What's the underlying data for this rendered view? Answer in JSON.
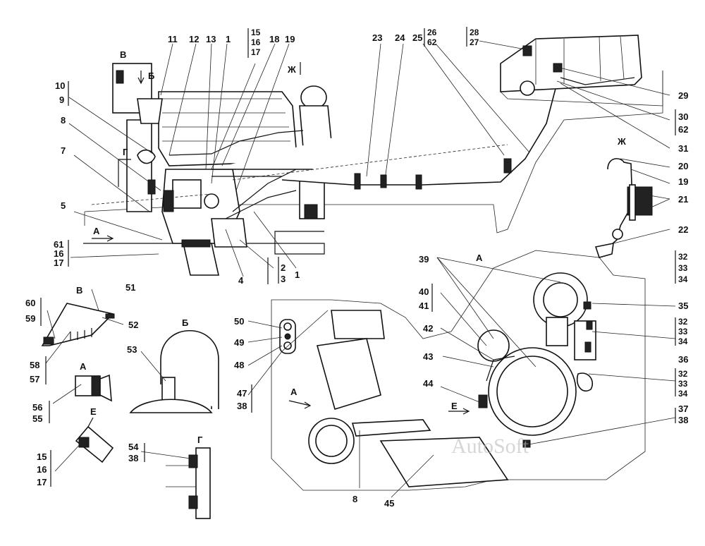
{
  "views": {
    "V": "В",
    "B": "Б",
    "Zh": "Ж",
    "G": "Г",
    "A": "А",
    "E": "Е"
  },
  "callouts_main": {
    "c11": "11",
    "c12": "12",
    "c13": "13",
    "c1a": "1",
    "c15": "15",
    "c16": "16",
    "c17": "17",
    "c18": "18",
    "c19": "19",
    "c10": "10",
    "c9": "9",
    "c8": "8",
    "c7": "7",
    "c5": "5",
    "c61": "61",
    "c16b": "16",
    "c17b": "17",
    "c4": "4",
    "c2": "2",
    "c3": "3",
    "c1b": "1",
    "c23": "23",
    "c24": "24",
    "c25": "25",
    "c26": "26",
    "c62": "62",
    "c28": "28",
    "c27": "27",
    "c29": "29",
    "c30": "30",
    "c62b": "62",
    "c31": "31",
    "c20": "20",
    "c19b": "19",
    "c21": "21",
    "c22": "22"
  },
  "callouts_detail": {
    "c39": "39",
    "c40": "40",
    "c41": "41",
    "c42": "42",
    "c43": "43",
    "c44": "44",
    "c32a": "32",
    "c33a": "33",
    "c34a": "34",
    "c35": "35",
    "c32b": "32",
    "c33b": "33",
    "c34b": "34",
    "c36": "36",
    "c32c": "32",
    "c33c": "33",
    "c34c": "34",
    "c37": "37",
    "c38": "38",
    "c8b": "8",
    "c45": "45",
    "c50": "50",
    "c49": "49",
    "c48": "48",
    "c47": "47",
    "c38b": "38"
  },
  "callouts_insets": {
    "c51": "51",
    "c52": "52",
    "c60": "60",
    "c59": "59",
    "c58": "58",
    "c57": "57",
    "c53": "53",
    "c56": "56",
    "c55": "55",
    "c15b": "15",
    "c16c": "16",
    "c17c": "17",
    "c54": "54",
    "c38c": "38"
  },
  "watermark": "AutoSoft"
}
